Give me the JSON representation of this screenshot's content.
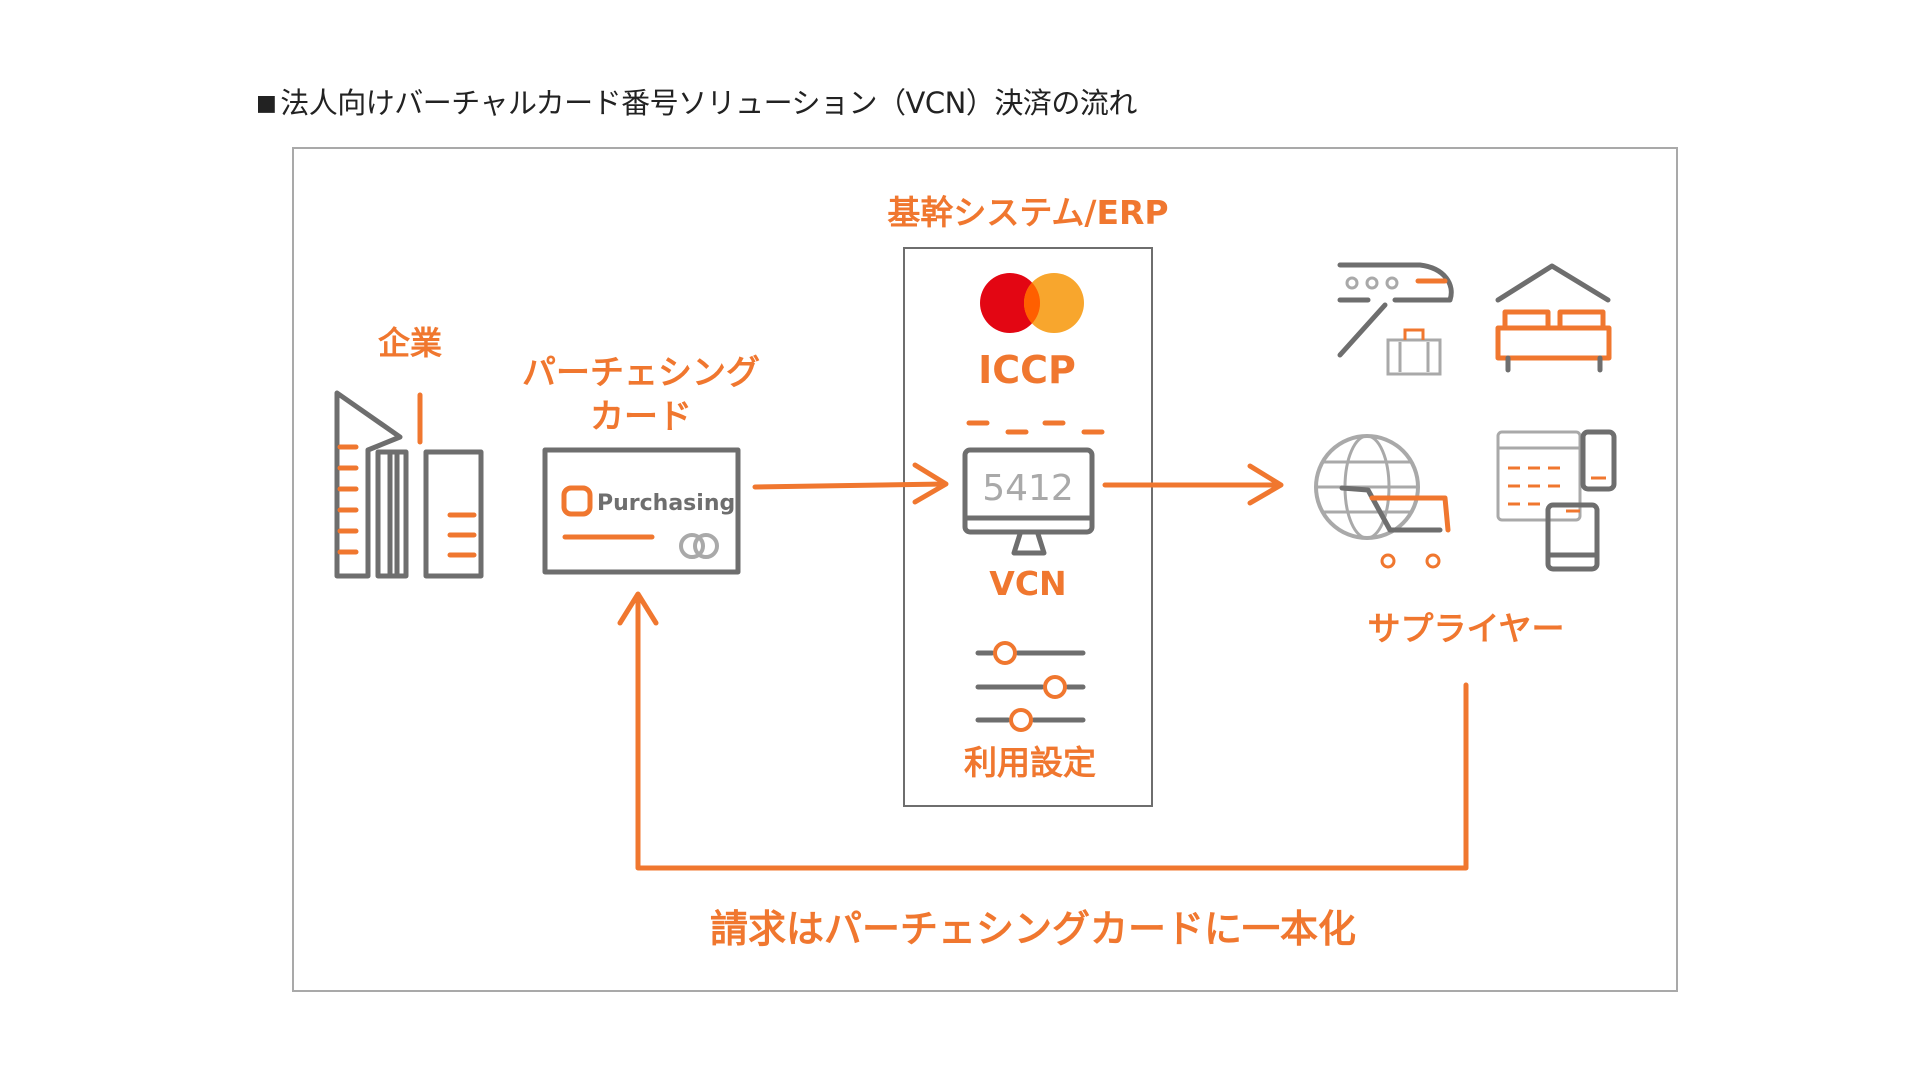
{
  "heading": {
    "marker": "■",
    "text": "法人向けバーチャルカード番号ソリューション（VCN）決済の流れ"
  },
  "labels": {
    "company": "企業",
    "purchasing_card_line1": "パーチェシング",
    "purchasing_card_line2": "カード",
    "card_brand_text": "Purchasing",
    "erp": "基幹システム/ERP",
    "iccp": "ICCP",
    "vcn_number": "5412",
    "vcn": "VCN",
    "usage_settings": "利用設定",
    "supplier": "サプライヤー",
    "billing": "請求はパーチェシングカードに一本化"
  },
  "colors": {
    "accent": "#f0772f",
    "gray": "#6e6e6e",
    "light_gray": "#a9a9a9",
    "mastercard_red": "#e30613",
    "mastercard_orange": "#f79e1b"
  },
  "icons": [
    "building-icon",
    "purchasing-card-icon",
    "mastercard-logo-icon",
    "monitor-icon",
    "settings-sliders-icon",
    "airplane-icon",
    "bed-icon",
    "globe-cart-icon",
    "devices-icon"
  ]
}
